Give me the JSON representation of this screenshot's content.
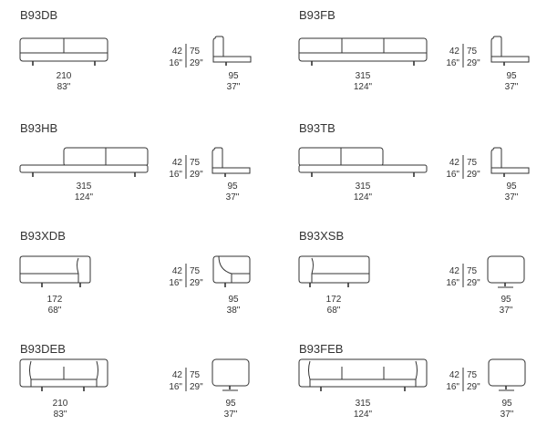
{
  "products": [
    {
      "code": "B93DB",
      "width_cm": "210",
      "width_in": "83\"",
      "height_seat_cm": "42",
      "height_seat_in": "16\"",
      "height_back_cm": "75",
      "height_back_in": "29\"",
      "depth_cm": "95",
      "depth_in": "37\""
    },
    {
      "code": "B93FB",
      "width_cm": "315",
      "width_in": "124\"",
      "height_seat_cm": "42",
      "height_seat_in": "16\"",
      "height_back_cm": "75",
      "height_back_in": "29\"",
      "depth_cm": "95",
      "depth_in": "37\""
    },
    {
      "code": "B93HB",
      "width_cm": "315",
      "width_in": "124\"",
      "height_seat_cm": "42",
      "height_seat_in": "16\"",
      "height_back_cm": "75",
      "height_back_in": "29\"",
      "depth_cm": "95",
      "depth_in": "37\""
    },
    {
      "code": "B93TB",
      "width_cm": "315",
      "width_in": "124\"",
      "height_seat_cm": "42",
      "height_seat_in": "16\"",
      "height_back_cm": "75",
      "height_back_in": "29\"",
      "depth_cm": "95",
      "depth_in": "37\""
    },
    {
      "code": "B93XDB",
      "width_cm": "172",
      "width_in": "68\"",
      "height_seat_cm": "42",
      "height_seat_in": "16\"",
      "height_back_cm": "75",
      "height_back_in": "29\"",
      "depth_cm": "95",
      "depth_in": "38\""
    },
    {
      "code": "B93XSB",
      "width_cm": "172",
      "width_in": "68\"",
      "height_seat_cm": "42",
      "height_seat_in": "16\"",
      "height_back_cm": "75",
      "height_back_in": "29\"",
      "depth_cm": "95",
      "depth_in": "37\""
    },
    {
      "code": "B93DEB",
      "width_cm": "210",
      "width_in": "83\"",
      "height_seat_cm": "42",
      "height_seat_in": "16\"",
      "height_back_cm": "75",
      "height_back_in": "29\"",
      "depth_cm": "95",
      "depth_in": "37\""
    },
    {
      "code": "B93FEB",
      "width_cm": "315",
      "width_in": "124\"",
      "height_seat_cm": "42",
      "height_seat_in": "16\"",
      "height_back_cm": "75",
      "height_back_in": "29\"",
      "depth_cm": "95",
      "depth_in": "37\""
    }
  ]
}
